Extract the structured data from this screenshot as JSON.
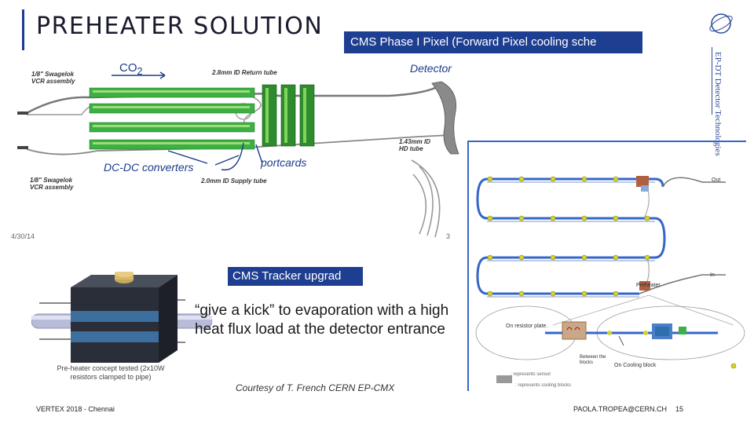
{
  "header": {
    "title": "PREHEATER SOLUTION",
    "banner": "CMS Phase I Pixel (Forward Pixel cooling sche",
    "logo_text": "EP-DT Detector Technologies"
  },
  "top_figure": {
    "co2_label": "CO",
    "co2_sub": "2",
    "swagelok_top": "1/8\" Swagelok VCR assembly",
    "return_tube": "2.8mm ID Return tube",
    "detector_label": "Detector",
    "hd_tube": "1.43mm ID HD tube",
    "dcdc_label": "DC-DC converters",
    "portcards_label": "portcards",
    "swagelok_bottom": "1/8\" Swagelok VCR assembly",
    "supply_tube": "2.0mm ID Supply tube",
    "date": "4/30/14",
    "page": "3"
  },
  "tracker_banner": "CMS Tracker upgrad",
  "quote": "“give a kick” to evaporation with a high heat flux load at the detector entrance",
  "caption": "Pre-heater concept tested (2x10W resistors clamped to pipe)",
  "courtesy": "Courtesy of T. French CERN EP-CMX",
  "right_figure": {
    "out_label": "Out",
    "in_label": "In",
    "preheater_label": "Preheater",
    "resistor_plate": "On resistor plate.",
    "between_blocks": "Between the blocks",
    "cooling_block": "On Cooling block",
    "legend_sensor": ": represents sensor",
    "legend_cooling": ": represents cooling blocks"
  },
  "footer": {
    "left": "VERTEX 2018 - Chennai",
    "right": "PAOLA.TROPEA@CERN.CH",
    "page": "15"
  },
  "colors": {
    "banner_bg": "#1e3f91",
    "label_blue": "#1a3b8a",
    "module_green": "#3cb043",
    "frame_blue": "#3566c8"
  }
}
